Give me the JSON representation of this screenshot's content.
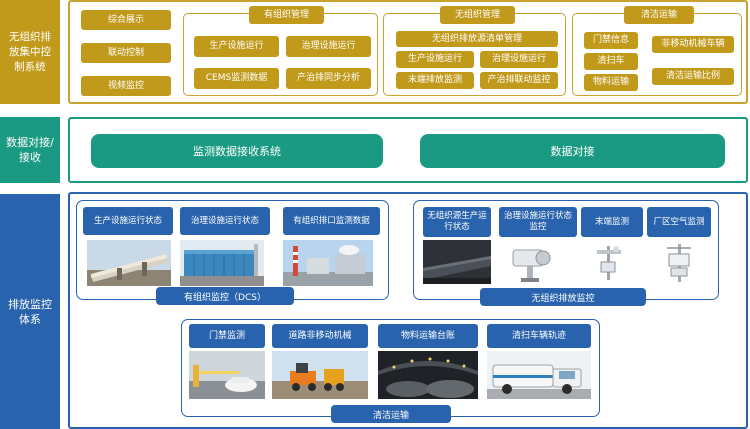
{
  "rows": {
    "top_label": "无组织排放集中控制系统",
    "mid_label": "数据对接/接收",
    "bottom_label": "排放监控体系"
  },
  "top": {
    "left_buttons": [
      "综合展示",
      "联动控制",
      "视频监控"
    ],
    "organized": {
      "title": "有组织管理",
      "items": [
        "生产设施运行",
        "治理设施运行",
        "CEMS监测数据",
        "产治排同步分析"
      ]
    },
    "unorganized": {
      "title": "无组织管理",
      "items": [
        "无组织排放源清单管理",
        "生产设施运行",
        "治理设施运行",
        "末端排放监测",
        "产治排联动监控"
      ]
    },
    "clean": {
      "title": "清洁运输",
      "items": [
        "门禁信息",
        "非移动机械车辆",
        "清扫车",
        "物料运输",
        "清洁运输比例"
      ]
    }
  },
  "mid": {
    "left": "监测数据接收系统",
    "right": "数据对接"
  },
  "bottom": {
    "dcs": {
      "caption": "有组织监控（DCS）",
      "labels": [
        "生产设施运行状态",
        "治理设施运行状态",
        "有组织排口监测数据"
      ]
    },
    "unorg": {
      "caption": "无组织排放监控",
      "labels": [
        "无组织源生产运行状态",
        "治理设施运行状态监控",
        "末端监测",
        "厂区空气监测"
      ]
    },
    "clean": {
      "caption": "清洁运输",
      "labels": [
        "门禁监测",
        "道路非移动机械",
        "物料运输台账",
        "清扫车辆轨迹"
      ]
    }
  },
  "colors": {
    "gold": "#c19a1c",
    "teal": "#1a9a82",
    "blue": "#2a63ad"
  }
}
